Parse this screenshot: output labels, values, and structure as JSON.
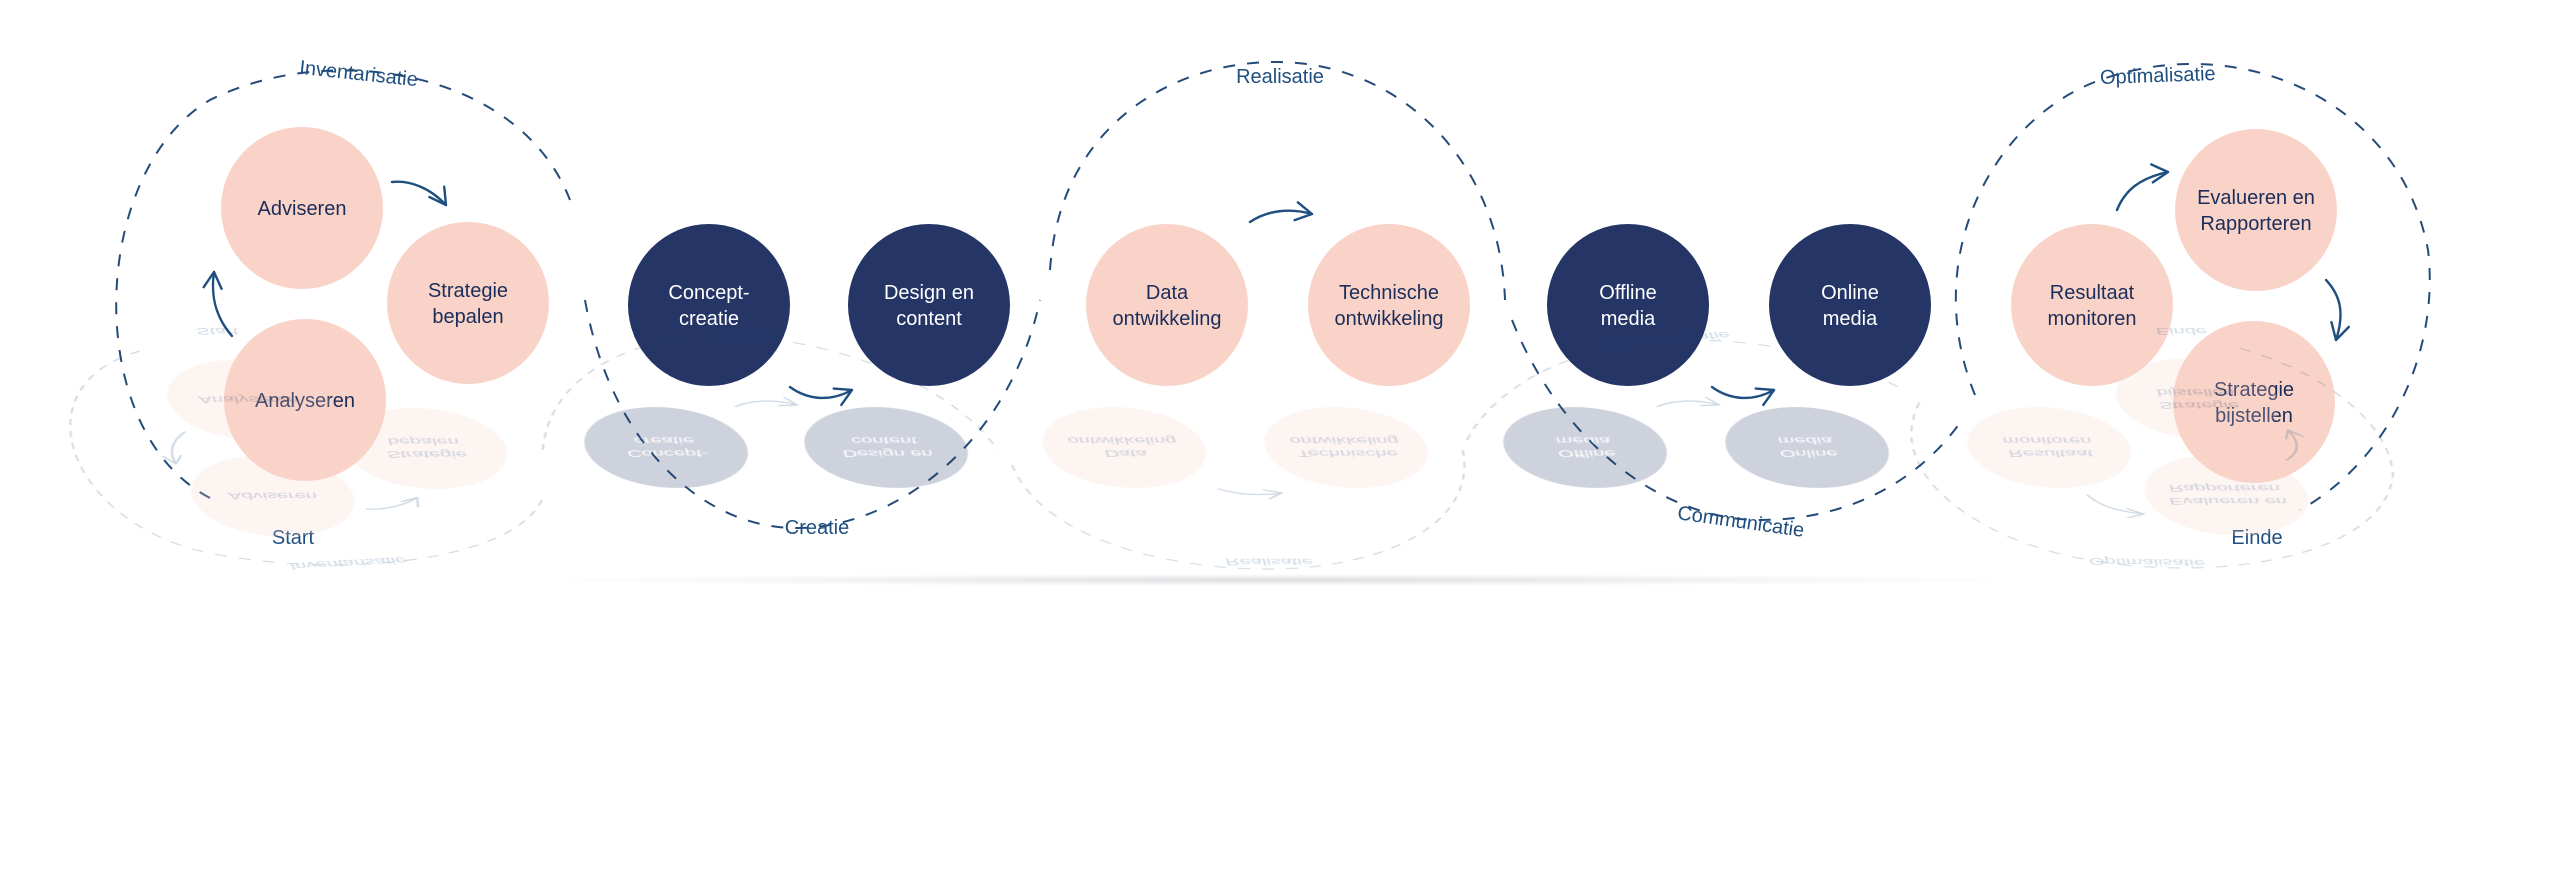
{
  "colors": {
    "pink": "#f9d3c8",
    "navy": "#243566",
    "navy_text": "#1b2d5a",
    "white_text": "#ffffff",
    "phase_text": "#1f4f80",
    "dash": "#244b78",
    "arrow": "#1f4f80"
  },
  "phases": [
    {
      "id": "inventarisatie",
      "label": "Inventarisatie"
    },
    {
      "id": "realisatie",
      "label": "Realisatie"
    },
    {
      "id": "optimalisatie",
      "label": "Optimalisatie"
    },
    {
      "id": "start",
      "label": "Start"
    },
    {
      "id": "creatie",
      "label": "Creatie"
    },
    {
      "id": "communicatie",
      "label": "Communicatie"
    },
    {
      "id": "einde",
      "label": "Einde"
    }
  ],
  "nodes": [
    {
      "id": "adviseren",
      "lines": [
        "Adviseren"
      ],
      "style": "pink"
    },
    {
      "id": "strategie-bepalen",
      "lines": [
        "Strategie",
        "bepalen"
      ],
      "style": "pink"
    },
    {
      "id": "analyseren",
      "lines": [
        "Analyseren"
      ],
      "style": "pink"
    },
    {
      "id": "concept-creatie",
      "lines": [
        "Concept-",
        "creatie"
      ],
      "style": "navy"
    },
    {
      "id": "design-en-content",
      "lines": [
        "Design en",
        "content"
      ],
      "style": "navy"
    },
    {
      "id": "data-ontwikkeling",
      "lines": [
        "Data",
        "ontwikkeling"
      ],
      "style": "pink"
    },
    {
      "id": "technische-ontwikkeling",
      "lines": [
        "Technische",
        "ontwikkeling"
      ],
      "style": "pink"
    },
    {
      "id": "offline-media",
      "lines": [
        "Offline",
        "media"
      ],
      "style": "navy"
    },
    {
      "id": "online-media",
      "lines": [
        "Online",
        "media"
      ],
      "style": "navy"
    },
    {
      "id": "resultaat-monitoren",
      "lines": [
        "Resultaat",
        "monitoren"
      ],
      "style": "pink"
    },
    {
      "id": "evalueren-en-rapporteren",
      "lines": [
        "Evalueren en",
        "Rapporteren"
      ],
      "style": "pink"
    },
    {
      "id": "strategie-bijstellen",
      "lines": [
        "Strategie",
        "bijstellen"
      ],
      "style": "pink"
    }
  ]
}
